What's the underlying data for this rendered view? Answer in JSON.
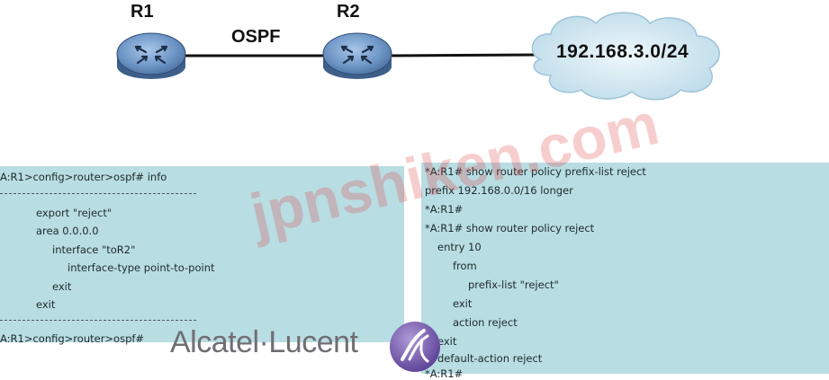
{
  "diagram": {
    "protocol_label": "OSPF",
    "routers": [
      {
        "name": "R1"
      },
      {
        "name": "R2"
      }
    ],
    "network": "192.168.3.0/24"
  },
  "watermark": "jpnshiken.com",
  "vendor": {
    "name": "Alcatel·Lucent",
    "logo_icon": "alcatel-lucent-logo-icon"
  },
  "left_cli": {
    "lines": [
      "A:R1>config>router>ospf# info",
      "export \"reject\"",
      "area 0.0.0.0",
      "interface \"toR2\"",
      "interface-type point-to-point",
      "exit",
      "exit",
      "A:R1>config>router>ospf#"
    ]
  },
  "right_cli": {
    "lines": [
      "*A:R1# show router policy prefix-list reject",
      "prefix 192.168.0.0/16 longer",
      "*A:R1#",
      "*A:R1# show router policy reject",
      "entry 10",
      "from",
      "prefix-list \"reject\"",
      "exit",
      "action reject",
      "exit",
      "default-action reject",
      "*A:R1#"
    ]
  },
  "colors": {
    "router_fill": "#6f97c7",
    "cloud_fill": "#c9e3ef",
    "panel_bg": "#b8dde3",
    "link": "#111111"
  }
}
